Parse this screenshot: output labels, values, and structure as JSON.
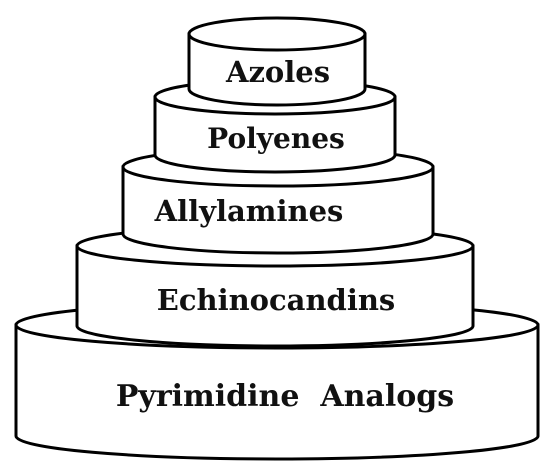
{
  "diagram": {
    "tiers": [
      {
        "label": "Azoles"
      },
      {
        "label": "Polyenes"
      },
      {
        "label": "Allylamines"
      },
      {
        "label": "Echinocandins"
      },
      {
        "label": "Pyrimidine  Analogs"
      }
    ],
    "colors": {
      "fill": "#ffffff",
      "stroke": "#000000",
      "text": "#111111"
    }
  }
}
